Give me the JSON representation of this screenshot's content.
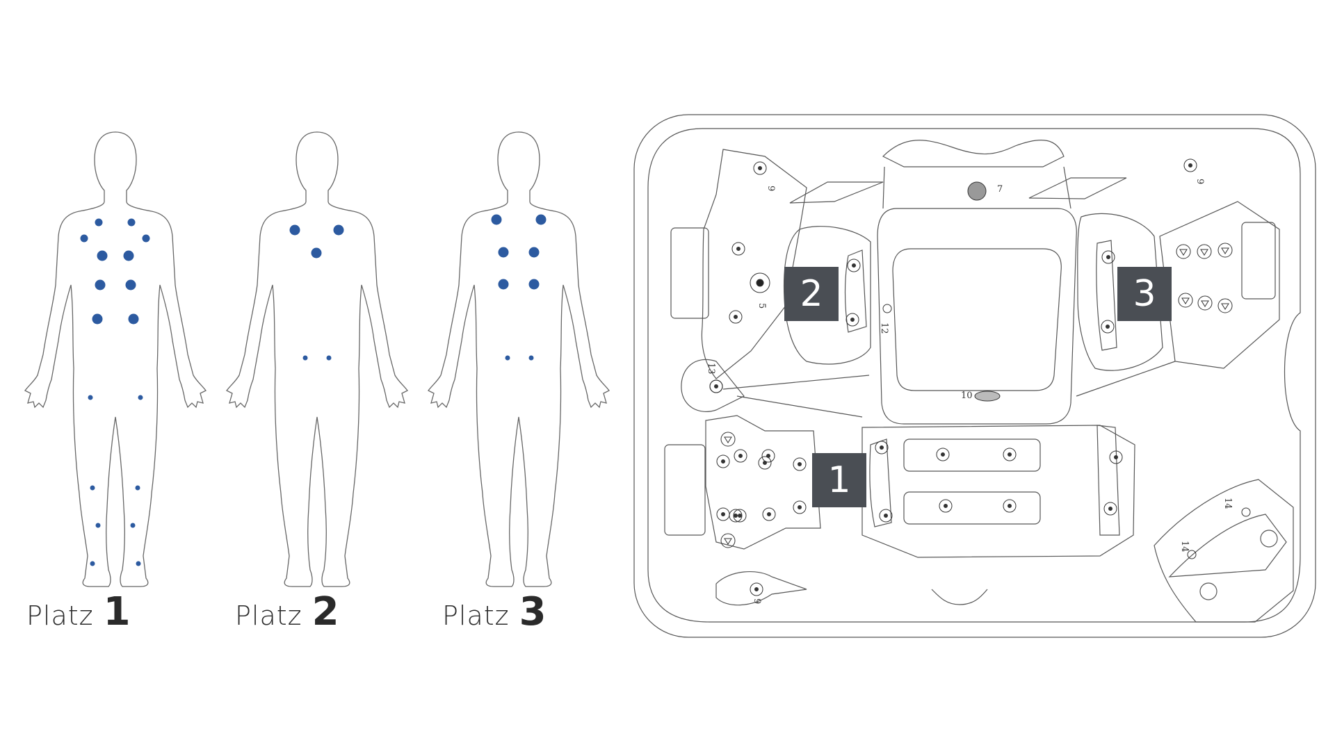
{
  "colors": {
    "dot": "#2c5aa0",
    "outline": "#666666",
    "badge": "#4a4e54",
    "line": "#555555"
  },
  "figures": [
    {
      "word": "Platz",
      "number": "1"
    },
    {
      "word": "Platz",
      "number": "2"
    },
    {
      "word": "Platz",
      "number": "3"
    }
  ],
  "seats": [
    "1",
    "2",
    "3"
  ],
  "jet_labels": {
    "j9a": "9",
    "j9b": "9",
    "j9c": "9",
    "j7": "7",
    "j10": "10",
    "j12": "12",
    "j13": "13",
    "j5": "5",
    "j14a": "14",
    "j14b": "14"
  }
}
